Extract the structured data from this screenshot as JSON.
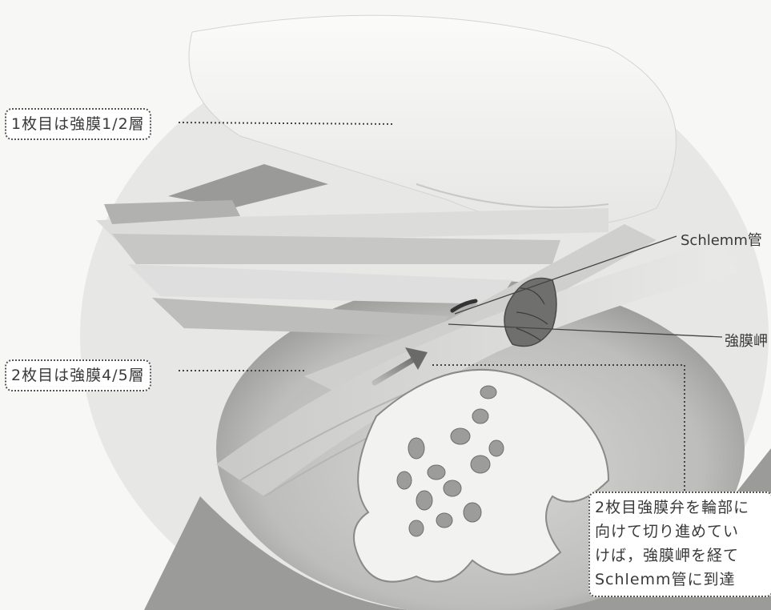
{
  "callouts": {
    "layer1": "1枚目は強膜1/2層",
    "layer2": "2枚目は強膜4/5層",
    "note_lines": [
      "2枚目強膜弁を輪部に",
      "向けて切り進めてい",
      "けば，強膜岬を経て",
      "Schlemm管に到達"
    ]
  },
  "labels": {
    "schlemm": "Schlemm管",
    "scleral_spur": "強膜岬"
  }
}
